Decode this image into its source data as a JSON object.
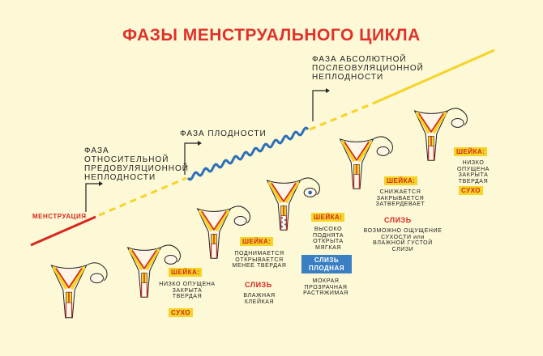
{
  "title": "ФАЗЫ МЕНСТРУАЛЬНОГО ЦИКЛА",
  "phases": {
    "menstruation": "МЕНСТРУАЦИЯ",
    "relative_infertility": [
      "ФАЗА",
      "ОТНОСИТЕЛЬНОЙ",
      "ПРЕДОВУЛЯЦИОННОЙ",
      "НЕПЛОДНОСТИ"
    ],
    "fertility": "ФАЗА ПЛОДНОСТИ",
    "absolute_infertility": [
      "ФАЗА  АБСОЛЮТНОЙ",
      "ПОСЛЕОВУЛЯЦИОННОЙ",
      "НЕПЛОДНОСТИ"
    ]
  },
  "stages": {
    "s1": {
      "cervix_tag": "ШЕЙКА:",
      "cervix_desc": [
        "НИЗКО ОПУЩЕНА",
        "ЗАКРЫТА",
        "ТВЕРДАЯ"
      ],
      "state": "СУХО"
    },
    "s2": {
      "cervix_tag": "ШЕЙКА:",
      "cervix_desc": [
        "ПОДНИМАЕТСЯ",
        "ОТКРЫВАЕТСЯ",
        "МЕНЕЕ ТВЕРДАЯ"
      ],
      "mucus_label": "СЛИЗЬ",
      "mucus_desc": [
        "ВЛАЖНАЯ",
        "КЛЕЙКАЯ"
      ]
    },
    "s3": {
      "cervix_tag": "ШЕЙКА:",
      "cervix_desc": [
        "ВЫСОКО ПОДНЯТА",
        "ОТКРЫТА",
        "МЯГКАЯ"
      ],
      "fertile_box": [
        "СЛИЗЬ",
        "ПЛОДНАЯ"
      ],
      "mucus_desc": [
        "МОКРАЯ",
        "ПРОЗРАЧНАЯ",
        "РАСТЯЖИМАЯ"
      ]
    },
    "s4": {
      "cervix_tag": "ШЕЙКА:",
      "cervix_desc": [
        "СНИЖАЕТСЯ",
        "ЗАКРЫВАЕТСЯ",
        "ЗАТВЕРДЕВАЕТ"
      ],
      "mucus_label": "СЛИЗЬ",
      "mucus_desc": [
        "ВОЗМОЖНО ОЩУЩЕНИЕ",
        "СУХОСТИ или",
        "ВЛАЖНОЙ ГУСТОЙ СЛИЗИ"
      ]
    },
    "s5": {
      "cervix_tag": "ШЕЙКА:",
      "cervix_desc": [
        "НИЗКО ОПУЩЕНА",
        "ЗАКРЫТА",
        "ТВЕРДАЯ"
      ],
      "state": "СУХО"
    }
  },
  "colors": {
    "red": "#d5281e",
    "yellow": "#f6d327",
    "blue": "#2d6fb8",
    "background": "#fdf8d6"
  }
}
